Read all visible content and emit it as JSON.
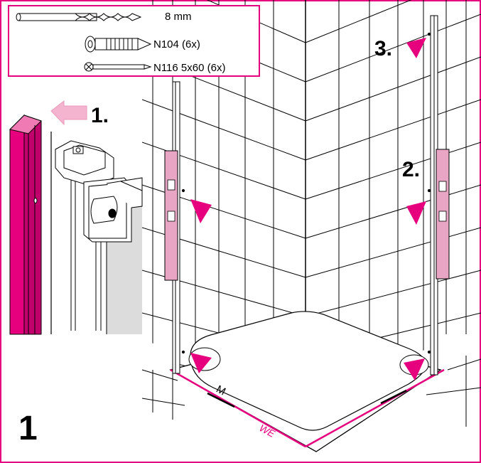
{
  "parts": [
    {
      "icon": "drill-bit-icon",
      "label": "8 mm"
    },
    {
      "icon": "wall-plug-icon",
      "label": "N104 (6x)"
    },
    {
      "icon": "screw-icon",
      "label": "N116 5x60 (6x)"
    }
  ],
  "steps": {
    "one": "1.",
    "two": "2.",
    "three": "3."
  },
  "figure_number": "1",
  "tray_labels": {
    "middle": "M",
    "wall_edge": "WE"
  },
  "colors": {
    "accent": "#e6007e",
    "level": "#e8a6c4",
    "arrow_light": "#f4b4cf"
  }
}
